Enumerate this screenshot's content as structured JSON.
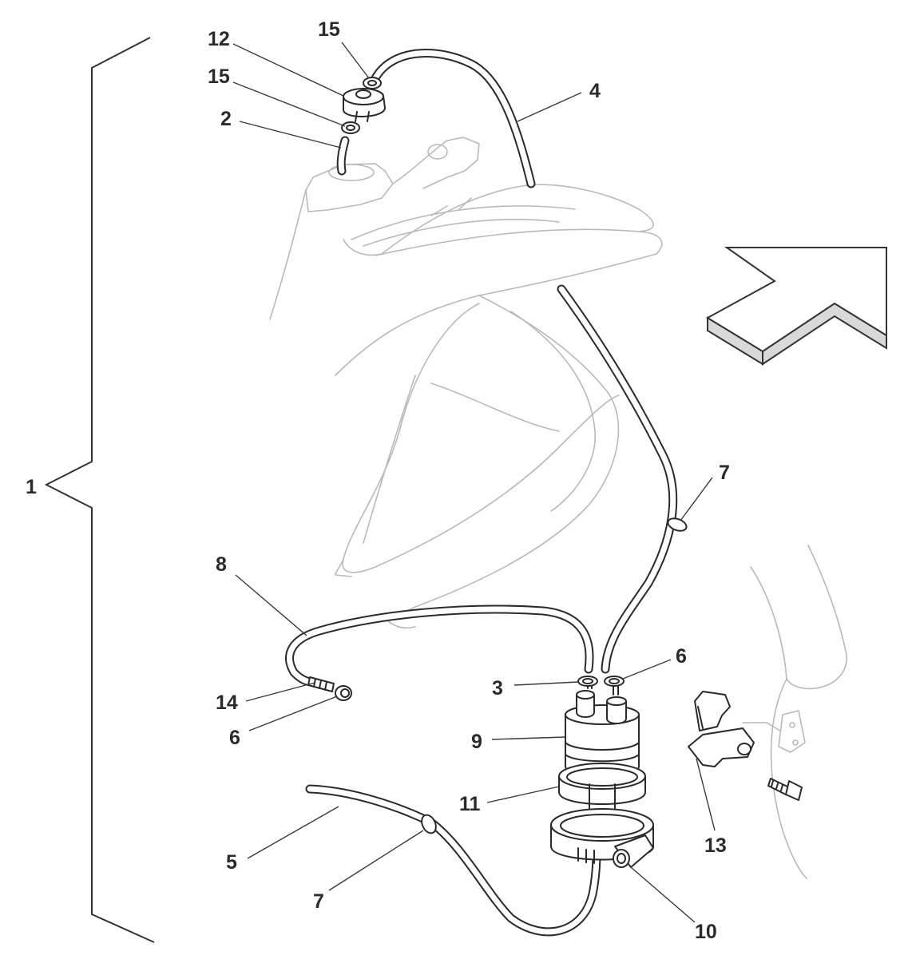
{
  "callouts": {
    "c1": "1",
    "c2": "2",
    "c3": "3",
    "c4": "4",
    "c5": "5",
    "c6a": "6",
    "c6b": "6",
    "c7a": "7",
    "c7b": "7",
    "c8": "8",
    "c9": "9",
    "c10": "10",
    "c11": "11",
    "c12": "12",
    "c13": "13",
    "c14": "14",
    "c15a": "15",
    "c15b": "15"
  },
  "icons": {
    "direction": "forward-arrow-icon"
  }
}
